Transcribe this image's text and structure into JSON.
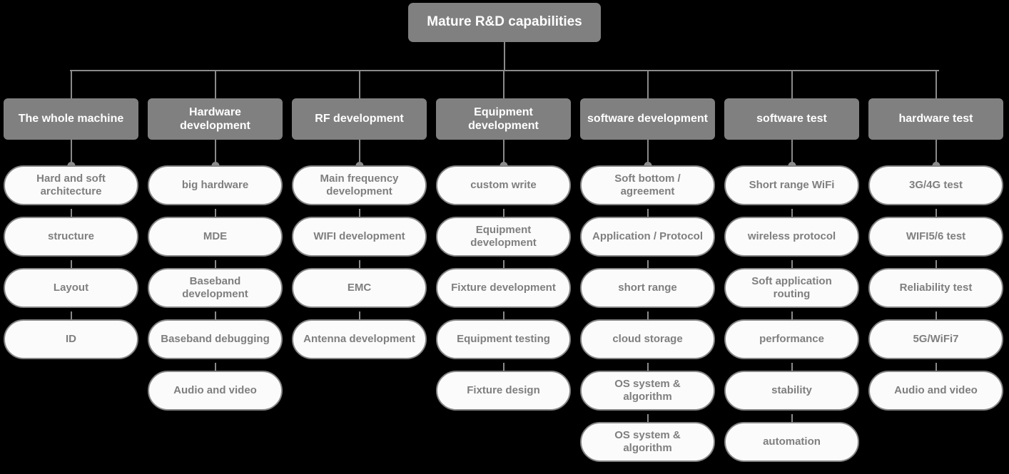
{
  "diagram": {
    "title": "Mature R&D capabilities",
    "root_label": "Mature R&D capabilities",
    "colors": {
      "background": "#000000",
      "header_fill": "#808080",
      "header_text": "#ffffff",
      "leaf_fill": "#fbfbfb",
      "leaf_border": "#858585",
      "leaf_text": "#7f7f7f",
      "connector": "#8a8a8a"
    },
    "columns": [
      {
        "header": "The whole machine",
        "items": [
          "Hard and soft architecture",
          "structure",
          "Layout",
          "ID"
        ]
      },
      {
        "header": "Hardware development",
        "items": [
          "big hardware",
          "MDE",
          "Baseband development",
          "Baseband debugging",
          "Audio and video"
        ]
      },
      {
        "header": "RF development",
        "items": [
          "Main frequency development",
          "WIFI development",
          "EMC",
          "Antenna development"
        ]
      },
      {
        "header": "Equipment development",
        "items": [
          "custom write",
          "Equipment development",
          "Fixture development",
          "Equipment testing",
          "Fixture design"
        ]
      },
      {
        "header": "software development",
        "items": [
          "Soft bottom / agreement",
          "Application / Protocol",
          "short range",
          "cloud storage",
          "OS system & algorithm",
          "OS system & algorithm"
        ]
      },
      {
        "header": "software test",
        "items": [
          "Short range WiFi",
          "wireless protocol",
          "Soft application routing",
          "performance",
          "stability",
          "automation"
        ]
      },
      {
        "header": "hardware test",
        "items": [
          "3G/4G test",
          "WIFI5/6 test",
          "Reliability test",
          "5G/WiFi7",
          "Audio and video"
        ]
      }
    ]
  }
}
